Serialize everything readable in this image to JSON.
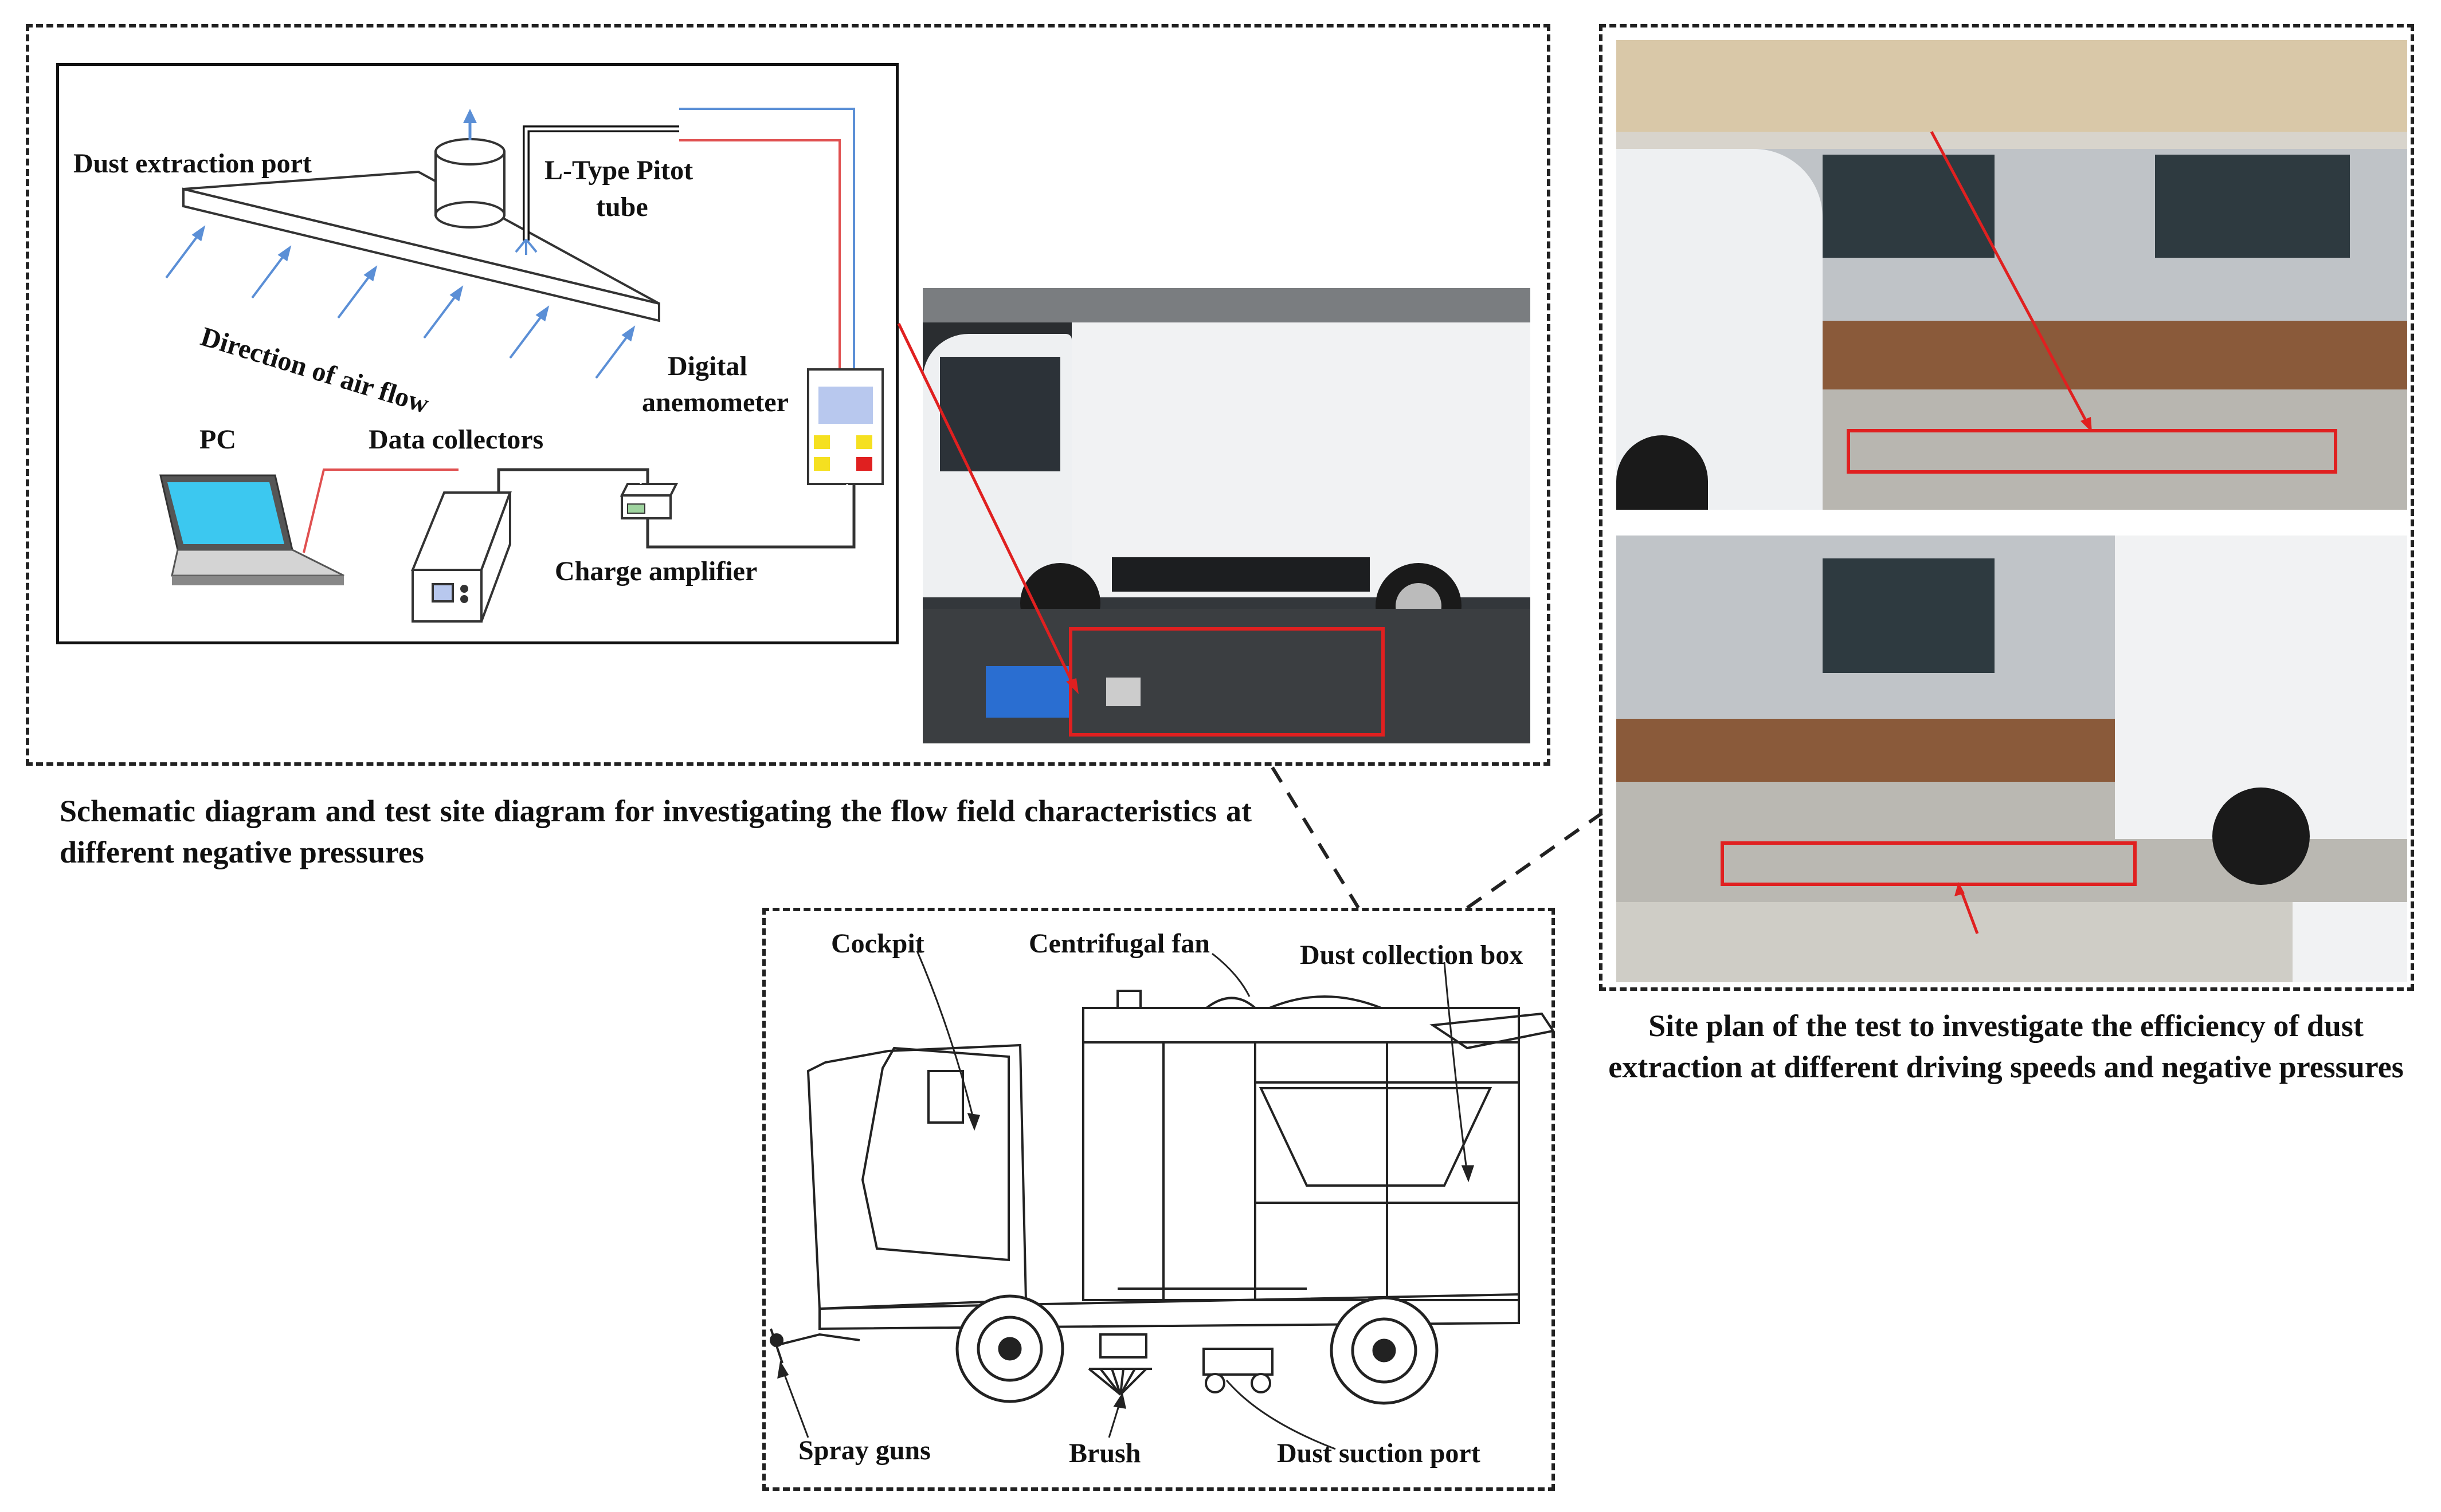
{
  "schematic": {
    "dust_extraction_port": "Dust extraction port",
    "pitot_line1": "L-Type Pitot",
    "pitot_line2": "tube",
    "air_flow": "Direction of air flow",
    "anemometer_line1": "Digital",
    "anemometer_line2": "anemometer",
    "pc": "PC",
    "data_collectors": "Data collectors",
    "charge_amplifier": "Charge amplifier"
  },
  "caption_left": "Schematic diagram and test site diagram for investigating the flow field characteristics at different negative pressures",
  "caption_right": "Site plan of the test to investigate the efficiency of dust extraction at different driving speeds and negative pressures",
  "vehicle_labels": {
    "cockpit": "Cockpit",
    "centrifugal_fan": "Centrifugal fan",
    "dust_collection_box": "Dust collection box",
    "spray_guns": "Spray guns",
    "brush": "Brush",
    "dust_suction_port": "Dust suction port"
  },
  "colors": {
    "highlight": "#e02020",
    "signal_blue": "#5b8fd6",
    "signal_red": "#e05050",
    "screen": "#3cc8f0"
  }
}
